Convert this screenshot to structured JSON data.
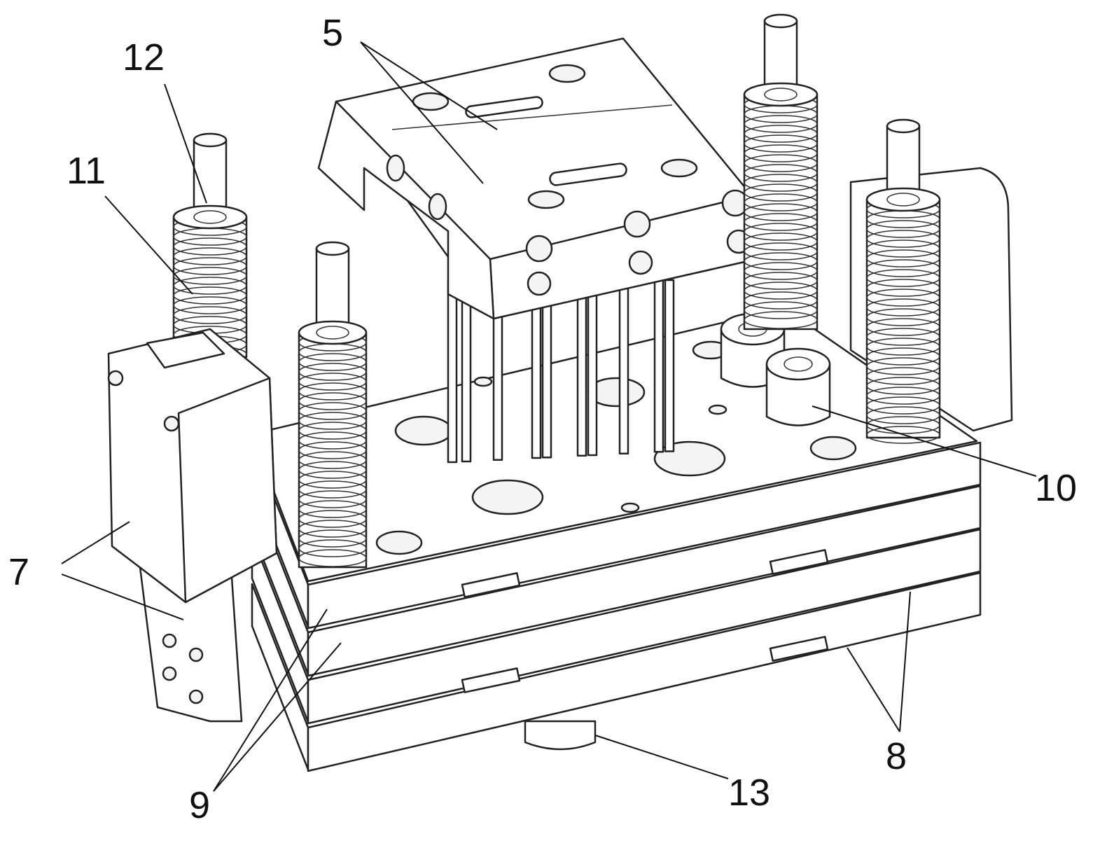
{
  "figure": {
    "labels": {
      "l5": "5",
      "l7": "7",
      "l8": "8",
      "l9": "9",
      "l10": "10",
      "l11": "11",
      "l12": "12",
      "l13": "13"
    }
  }
}
